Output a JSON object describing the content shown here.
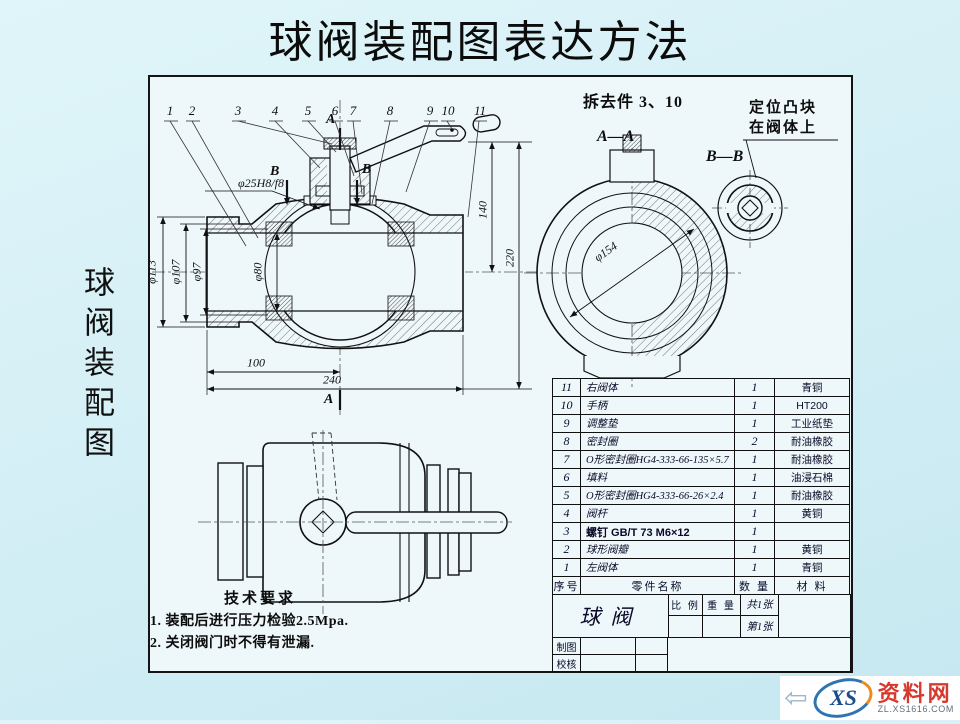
{
  "page": {
    "title": "球阀装配图表达方法",
    "side_label": "球阀装配图"
  },
  "annotations": {
    "removed_parts": "拆去件 3、10",
    "section_aa": "A—A",
    "section_bb": "B—B",
    "boss_note_line1": "定位凸块",
    "boss_note_line2": "在阀体上",
    "cut_a_top": "A",
    "cut_a_bottom": "A",
    "cut_b_left": "B",
    "cut_b_right": "B"
  },
  "callouts": [
    "1",
    "2",
    "3",
    "4",
    "5",
    "6",
    "7",
    "8",
    "9",
    "10",
    "11"
  ],
  "dims": {
    "fit": "φ25H8/f8",
    "d113": "φ113",
    "d107": "φ107",
    "d97": "φ97",
    "d80": "φ80",
    "l100": "100",
    "l240": "240",
    "h140": "140",
    "h220": "220",
    "d154": "φ154"
  },
  "tech": {
    "title": "技术要求",
    "line1": "1. 装配后进行压力检验2.5Mpa.",
    "line2": "2. 关闭阀门时不得有泄漏."
  },
  "parts_table": {
    "headers": {
      "no": "序号",
      "name": "零件名称",
      "qty": "数 量",
      "material": "材 料"
    },
    "rows": [
      {
        "no": "11",
        "name": "右阀体",
        "qty": "1",
        "material": "青铜"
      },
      {
        "no": "10",
        "name": "手柄",
        "qty": "1",
        "material": "HT200"
      },
      {
        "no": "9",
        "name": "调整垫",
        "qty": "1",
        "material": "工业纸垫"
      },
      {
        "no": "8",
        "name": "密封圈",
        "qty": "2",
        "material": "耐油橡胶"
      },
      {
        "no": "7",
        "name": "O形密封圈HG4-333-66-135×5.7",
        "qty": "1",
        "material": "耐油橡胶"
      },
      {
        "no": "6",
        "name": "填料",
        "qty": "1",
        "material": "油浸石棉"
      },
      {
        "no": "5",
        "name": "O形密封圈HG4-333-66-26×2.4",
        "qty": "1",
        "material": "耐油橡胶"
      },
      {
        "no": "4",
        "name": "阀杆",
        "qty": "1",
        "material": "黄铜"
      },
      {
        "no": "3",
        "name": "螺钉 GB/T 73 M6×12",
        "qty": "1",
        "material": ""
      },
      {
        "no": "2",
        "name": "球形阀瓣",
        "qty": "1",
        "material": "黄铜"
      },
      {
        "no": "1",
        "name": "左阀体",
        "qty": "1",
        "material": "青铜"
      }
    ]
  },
  "title_block": {
    "drawing_name": "球阀",
    "scale_label": "比 例",
    "weight_label": "重 量",
    "sheets_total": "共1张",
    "sheet_no": "第1张",
    "drawn_label": "制图",
    "checked_label": "校核"
  },
  "watermark": {
    "arrow": "⇦",
    "logo_text": "XS",
    "site_name": "资料网",
    "site_url": "ZL.XS1616.COM"
  }
}
